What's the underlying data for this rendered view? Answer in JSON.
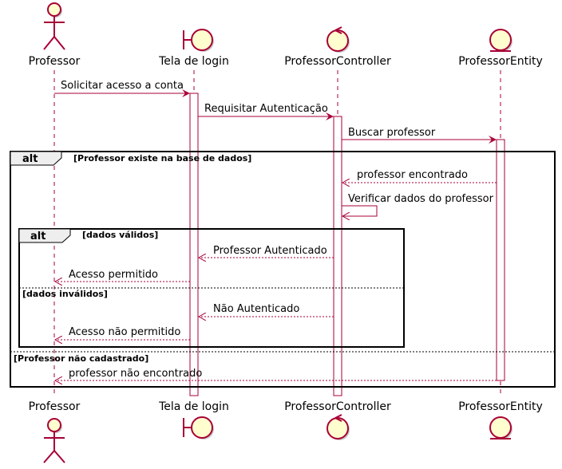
{
  "participants": {
    "professor": "Professor",
    "login": "Tela de login",
    "controller": "ProfessorController",
    "entity": "ProfessorEntity"
  },
  "messages": {
    "m1": "Solicitar acesso a conta",
    "m2": "Requisitar Autenticação",
    "m3": "Buscar professor",
    "m4": "professor encontrado",
    "m5": "Verificar dados do professor",
    "m6": "Professor Autenticado",
    "m7": "Acesso permitido",
    "m8": "Não Autenticado",
    "m9": "Acesso não permitido",
    "m10": "professor não encontrado"
  },
  "fragments": {
    "outer_tag": "alt",
    "outer_guard": "[Professor existe na base de dados]",
    "outer_else_guard": "[Professor não cadastrado]",
    "inner_tag": "alt",
    "inner_guard": "[dados válidos]",
    "inner_else_guard": "[dados inválidos]"
  },
  "colors": {
    "line": "#A80036",
    "fill": "#FEFECE",
    "shadow": "#C8C8C8"
  }
}
